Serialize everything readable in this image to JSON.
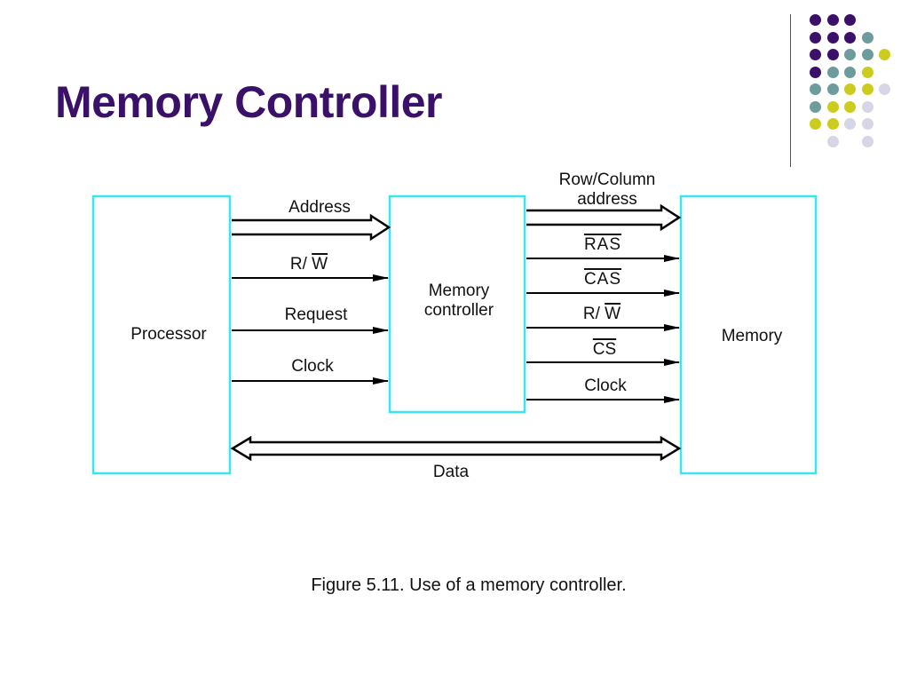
{
  "slide": {
    "title": "Memory Controller"
  },
  "colors": {
    "title": "#3b1068",
    "box_border": "#38e6f0",
    "dot_purple": "#3b1068",
    "dot_teal": "#6e9c9c",
    "dot_yellow": "#cccc1e",
    "dot_lavender": "#d6d6e6"
  },
  "decor": {
    "dots_icon": "dot-grid-icon"
  },
  "diagram": {
    "processor": "Processor",
    "controller_line1": "Memory",
    "controller_line2": "controller",
    "memory": "Memory",
    "cpu_side": {
      "address": "Address",
      "rw_r": "R/",
      "rw_w": "W",
      "request": "Request",
      "clock": "Clock"
    },
    "mem_side": {
      "rowcol_line1": "Row/Column",
      "rowcol_line2": "address",
      "ras": "RAS",
      "cas": "CAS",
      "rw_r": "R/",
      "rw_w": "W",
      "cs": "CS",
      "clock": "Clock"
    },
    "data": "Data"
  },
  "caption": "Figure 5.11.  Use of a memory controller."
}
